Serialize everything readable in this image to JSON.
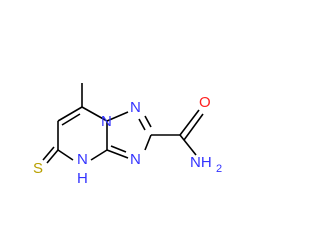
{
  "molecule": {
    "atoms": [
      {
        "id": "n_top",
        "label": "N",
        "color": "#3333ff"
      },
      {
        "id": "n_right",
        "label": "N",
        "color": "#3333ff"
      },
      {
        "id": "n_bottom",
        "label": "N",
        "color": "#3333ff"
      },
      {
        "id": "nh",
        "label": "N",
        "sub_label": "H",
        "color": "#3333ff"
      },
      {
        "id": "o",
        "label": "O",
        "color": "#ff2020"
      },
      {
        "id": "nh2",
        "label": "NH",
        "sub_label": "2",
        "color": "#3333ff"
      },
      {
        "id": "s",
        "label": "S",
        "color": "#b8a000"
      }
    ]
  }
}
